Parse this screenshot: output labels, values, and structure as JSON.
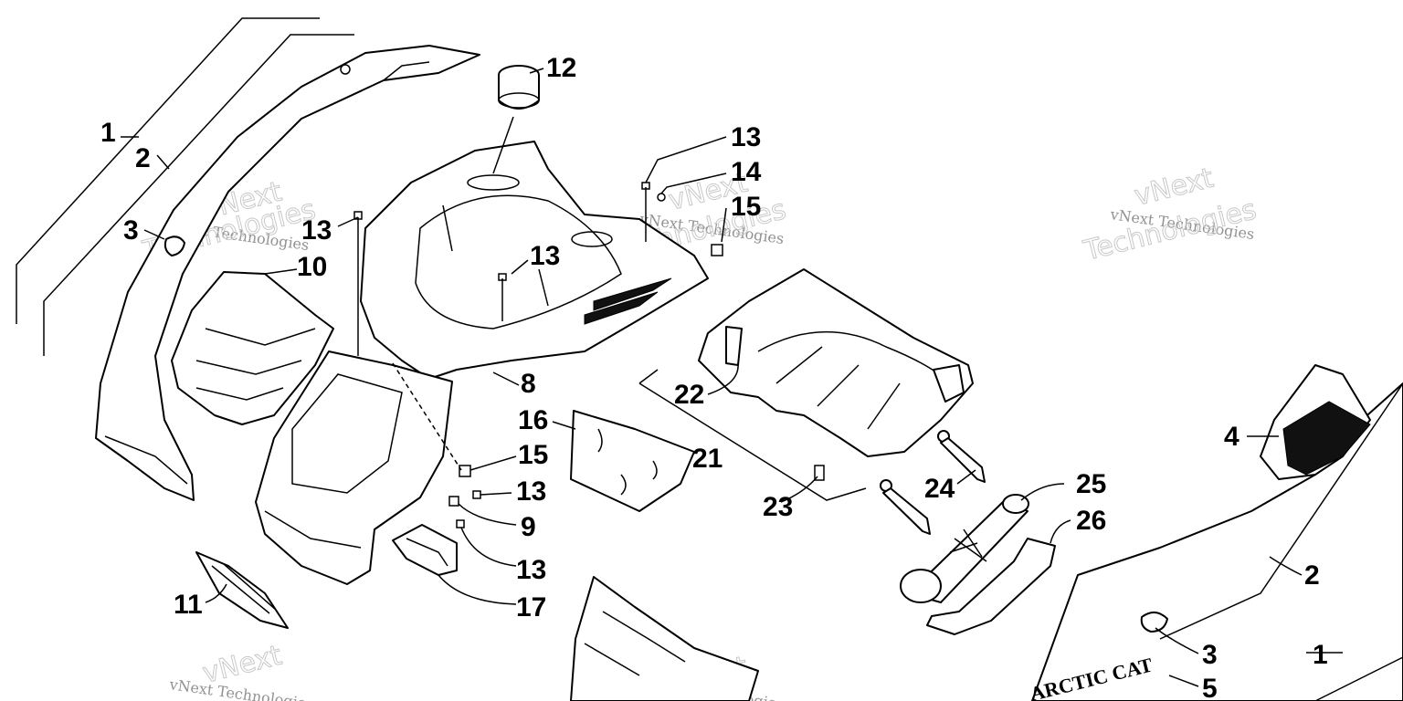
{
  "callouts": [
    {
      "id": "c1a",
      "text": "1"
    },
    {
      "id": "c2a",
      "text": "2"
    },
    {
      "id": "c3a",
      "text": "3"
    },
    {
      "id": "c13a",
      "text": "13"
    },
    {
      "id": "c10",
      "text": "10"
    },
    {
      "id": "c12",
      "text": "12"
    },
    {
      "id": "c13b",
      "text": "13"
    },
    {
      "id": "c13c",
      "text": "13"
    },
    {
      "id": "c14",
      "text": "14"
    },
    {
      "id": "c15a",
      "text": "15"
    },
    {
      "id": "c8",
      "text": "8"
    },
    {
      "id": "c16",
      "text": "16"
    },
    {
      "id": "c15b",
      "text": "15"
    },
    {
      "id": "c13d",
      "text": "13"
    },
    {
      "id": "c9",
      "text": "9"
    },
    {
      "id": "c13e",
      "text": "13"
    },
    {
      "id": "c17",
      "text": "17"
    },
    {
      "id": "c11",
      "text": "11"
    },
    {
      "id": "c22",
      "text": "22"
    },
    {
      "id": "c21",
      "text": "21"
    },
    {
      "id": "c23",
      "text": "23"
    },
    {
      "id": "c24",
      "text": "24"
    },
    {
      "id": "c25",
      "text": "25"
    },
    {
      "id": "c26",
      "text": "26"
    },
    {
      "id": "c4",
      "text": "4"
    },
    {
      "id": "c2b",
      "text": "2"
    },
    {
      "id": "c3b",
      "text": "3"
    },
    {
      "id": "c1b",
      "text": "1"
    },
    {
      "id": "c5",
      "text": "5"
    }
  ],
  "watermark": {
    "line1": "vNext Technologies",
    "line2": "vNext",
    "line3": "Technologies"
  },
  "decal_text": "ARCTIC CAT",
  "colors": {
    "ink": "#000000",
    "watermark": "#777777",
    "background": "#ffffff"
  }
}
